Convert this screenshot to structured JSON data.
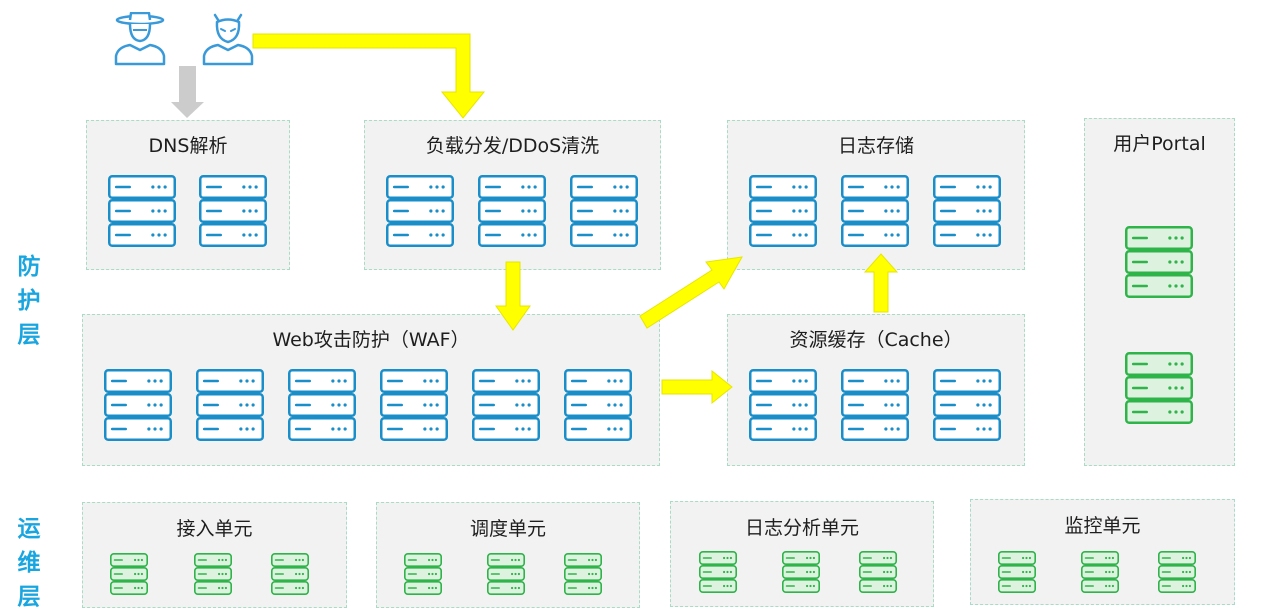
{
  "layers": {
    "protection": "防\n护\n层",
    "operations": "运\n维\n层"
  },
  "boxes": {
    "dns": "DNS解析",
    "lb": "负载分发/DDoS清洗",
    "log_storage": "日志存储",
    "portal": "用户Portal",
    "waf": "Web攻击防护（WAF）",
    "cache": "资源缓存（Cache）",
    "access": "接入单元",
    "schedule": "调度单元",
    "log_analysis": "日志分析单元",
    "monitor": "监控单元"
  },
  "colors": {
    "server_blue": "#1a8ec9",
    "server_blue_fill": "#ffffff",
    "server_green": "#2fb44a",
    "server_green_fill": "#ddf2df",
    "arrow_yellow": "#ffff00",
    "arrow_gray": "#cccccc",
    "user_blue": "#3a9ad9",
    "layer_label": "#19a6e0"
  },
  "icons": {
    "user_1": "user-with-hat-icon",
    "user_2": "hacker-user-icon",
    "server": "server-rack-icon"
  }
}
